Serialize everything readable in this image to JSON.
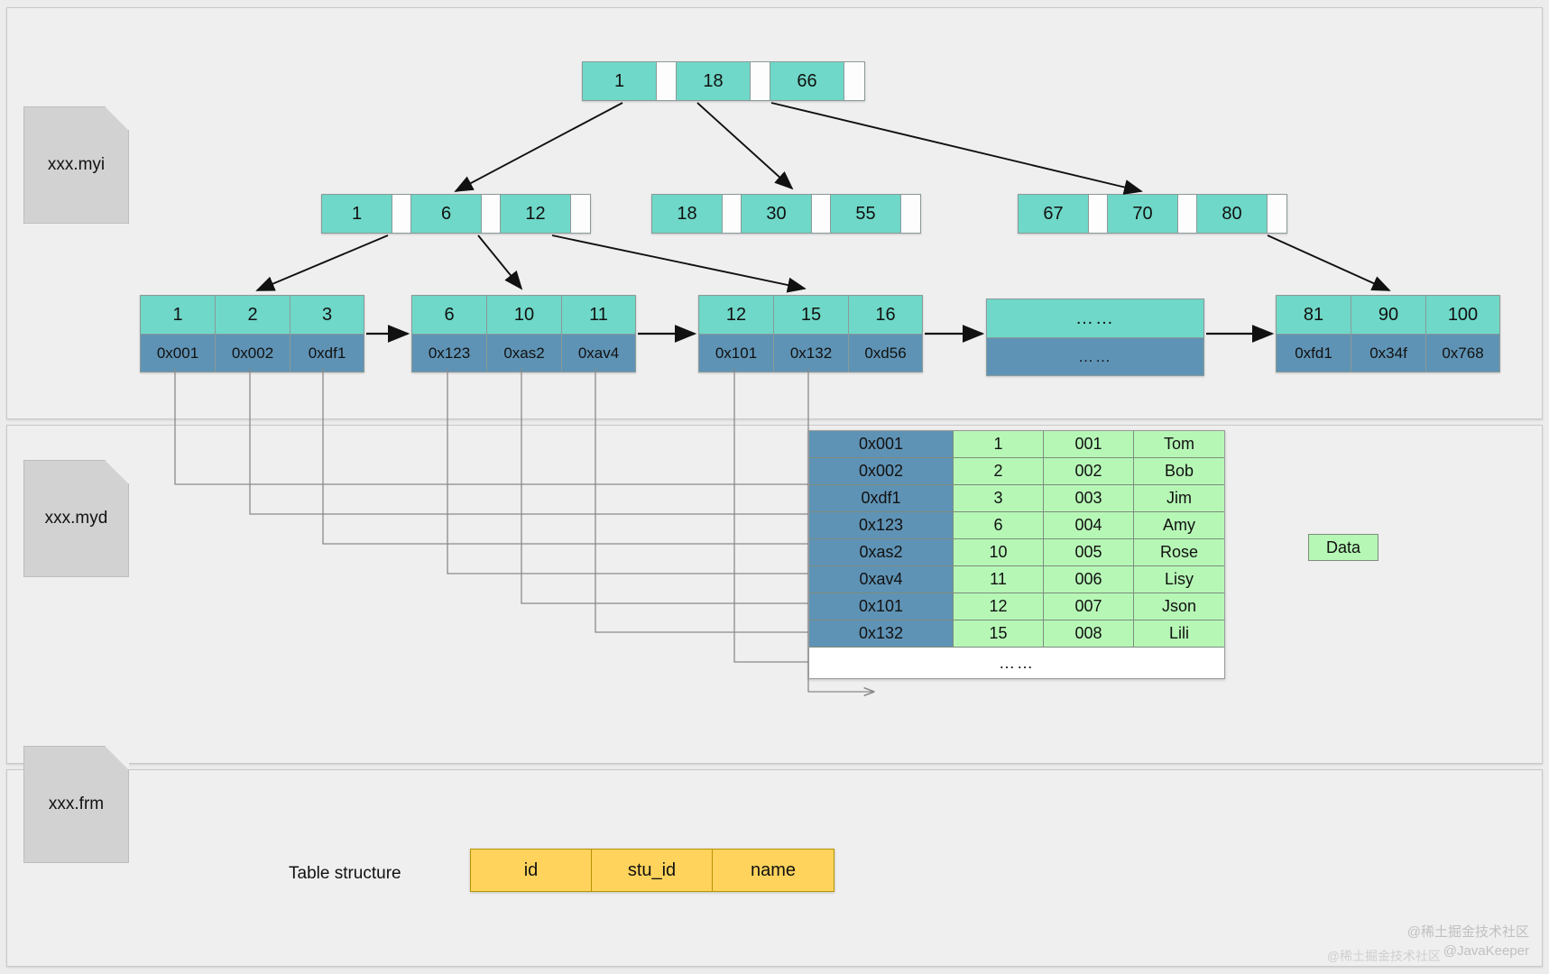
{
  "sections": {
    "index_file": {
      "label": "xxx.myi"
    },
    "data_file": {
      "label": "xxx.myd"
    },
    "frm_file": {
      "label": "xxx.frm"
    }
  },
  "btree": {
    "root": {
      "keys": [
        "1",
        "18",
        "66"
      ]
    },
    "level2": [
      {
        "keys": [
          "1",
          "6",
          "12"
        ]
      },
      {
        "keys": [
          "18",
          "30",
          "55"
        ]
      },
      {
        "keys": [
          "67",
          "70",
          "80"
        ]
      }
    ],
    "leaves": [
      {
        "keys": [
          "1",
          "2",
          "3"
        ],
        "addrs": [
          "0x001",
          "0x002",
          "0xdf1"
        ]
      },
      {
        "keys": [
          "6",
          "10",
          "11"
        ],
        "addrs": [
          "0x123",
          "0xas2",
          "0xav4"
        ]
      },
      {
        "keys": [
          "12",
          "15",
          "16"
        ],
        "addrs": [
          "0x101",
          "0x132",
          "0xd56"
        ]
      },
      {
        "keys": [
          "……"
        ],
        "addrs": [
          "……"
        ]
      },
      {
        "keys": [
          "81",
          "90",
          "100"
        ],
        "addrs": [
          "0xfd1",
          "0x34f",
          "0x768"
        ]
      }
    ]
  },
  "data_table": {
    "rows": [
      {
        "addr": "0x001",
        "id": "1",
        "stu_id": "001",
        "name": "Tom"
      },
      {
        "addr": "0x002",
        "id": "2",
        "stu_id": "002",
        "name": "Bob"
      },
      {
        "addr": "0xdf1",
        "id": "3",
        "stu_id": "003",
        "name": "Jim"
      },
      {
        "addr": "0x123",
        "id": "6",
        "stu_id": "004",
        "name": "Amy"
      },
      {
        "addr": "0xas2",
        "id": "10",
        "stu_id": "005",
        "name": "Rose"
      },
      {
        "addr": "0xav4",
        "id": "11",
        "stu_id": "006",
        "name": "Lisy"
      },
      {
        "addr": "0x101",
        "id": "12",
        "stu_id": "007",
        "name": "Json"
      },
      {
        "addr": "0x132",
        "id": "15",
        "stu_id": "008",
        "name": "Lili"
      }
    ],
    "ellipsis": "……",
    "legend": "Data"
  },
  "frm": {
    "caption": "Table structure",
    "columns": [
      "id",
      "stu_id",
      "name"
    ]
  },
  "watermark": {
    "line1": "@稀土掘金技术社区",
    "line2": "@JavaKeeper",
    "line3": "@稀土掘金技术社区"
  },
  "colors": {
    "key_cell": "#6fd8c8",
    "addr_cell": "#5f93b5",
    "data_cell": "#b6f7b6",
    "frm_cell": "#ffd35c",
    "background": "#ececec",
    "section_bg": "#efefef"
  }
}
